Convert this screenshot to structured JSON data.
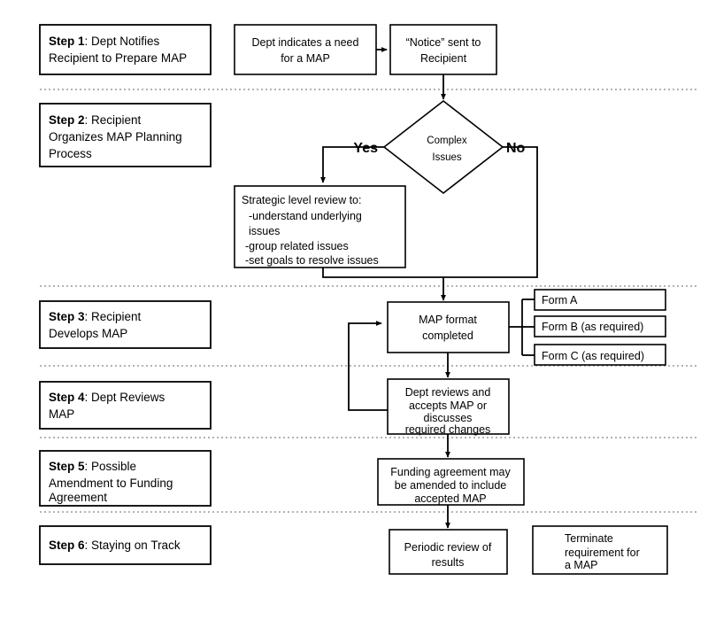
{
  "diagram": {
    "title": "MAP Process Flowchart",
    "steps": [
      {
        "id": "step1",
        "label_bold": "Step 1",
        "label_rest": ": Dept Notifies",
        "lines": [
          "Step 1: Dept Notifies",
          "Recipient to Prepare MAP"
        ]
      },
      {
        "id": "step2",
        "label_bold": "Step 2",
        "label_rest": ": Recipient",
        "lines": [
          "Step 2: Recipient",
          "Organizes MAP Planning",
          "Process"
        ]
      },
      {
        "id": "step3",
        "label_bold": "Step 3",
        "label_rest": ": Recipient",
        "lines": [
          "Step 3: Recipient",
          "Develops MAP"
        ]
      },
      {
        "id": "step4",
        "label_bold": "Step 4",
        "label_rest": ": Dept Reviews",
        "lines": [
          "Step 4: Dept Reviews",
          "MAP"
        ]
      },
      {
        "id": "step5",
        "label_bold": "Step 5",
        "label_rest": ": Possible",
        "lines": [
          "Step 5: Possible",
          "Amendment to Funding",
          "Agreement"
        ]
      },
      {
        "id": "step6",
        "label_bold": "Step 6",
        "label_rest": ": Staying on Track",
        "lines": [
          "Step 6: Staying on Track"
        ]
      }
    ],
    "step_text": {
      "step1_b": "Step 1",
      "step1_l1": ": Dept Notifies",
      "step1_l2": "Recipient to Prepare MAP",
      "step2_b": "Step 2",
      "step2_l1": ": Recipient",
      "step2_l2": "Organizes MAP Planning",
      "step2_l3": "Process",
      "step3_b": "Step 3",
      "step3_l1": ": Recipient",
      "step3_l2": "Develops MAP",
      "step4_b": "Step 4",
      "step4_l1": ": Dept Reviews",
      "step4_l2": "MAP",
      "step5_b": "Step 5",
      "step5_l1": ": Possible",
      "step5_l2": "Amendment to Funding",
      "step5_l3": "Agreement",
      "step6_b": "Step 6",
      "step6_l1": ": Staying on Track"
    },
    "nodes": {
      "dept_need_l1": "Dept indicates a need",
      "dept_need_l2": "for a MAP",
      "notice_l1": "“Notice” sent to",
      "notice_l2": "Recipient",
      "decision_l1": "Complex",
      "decision_l2": "Issues",
      "yes_label": "Yes",
      "no_label": "No",
      "strategic_l1": "Strategic level review to:",
      "strategic_l2": "-understand underlying",
      "strategic_l3": "issues",
      "strategic_l4": "-group related issues",
      "strategic_l5": "-set goals to resolve issues",
      "map_format_l1": "MAP format",
      "map_format_l2": "completed",
      "form_a": "Form A",
      "form_b": "Form B (as required)",
      "form_c": "Form C (as required)",
      "dept_review_l1": "Dept reviews and",
      "dept_review_l2": "accepts MAP or",
      "dept_review_l3": "discusses",
      "dept_review_l4": "required changes",
      "funding_l1": "Funding agreement may",
      "funding_l2": "be amended to include",
      "funding_l3": "accepted MAP",
      "periodic_l1": "Periodic review of",
      "periodic_l2": "results",
      "terminate_l1": "Terminate",
      "terminate_l2": "requirement for",
      "terminate_l3": "a MAP"
    },
    "colors": {
      "stroke": "#000000",
      "divider": "#9a9a9a",
      "background": "#ffffff"
    }
  }
}
